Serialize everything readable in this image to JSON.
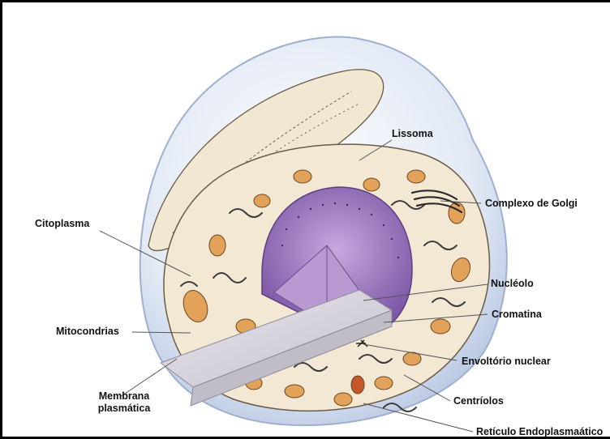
{
  "labels": {
    "lissoma": "Lissoma",
    "golgi": "Complexo de Golgi",
    "citoplasma": "Citoplasma",
    "nucleolo": "Nucléolo",
    "cromatina": "Cromatina",
    "mitocondrias": "Mitocondrias",
    "envoltorio": "Envoltório nuclear",
    "membrana_1": "Membrana",
    "membrana_2": "plasmática",
    "centriolos": "Centríolos",
    "reticulo": "Retículo Endoplasmaático"
  },
  "colors": {
    "membrane": "#c9d6ea",
    "cytoplasm": "#f3e8d4",
    "nucleus": "#a07cc0",
    "nucleolus": "#c85a1c",
    "mitochondria": "#e2a25a",
    "leader_line": "#555555"
  }
}
